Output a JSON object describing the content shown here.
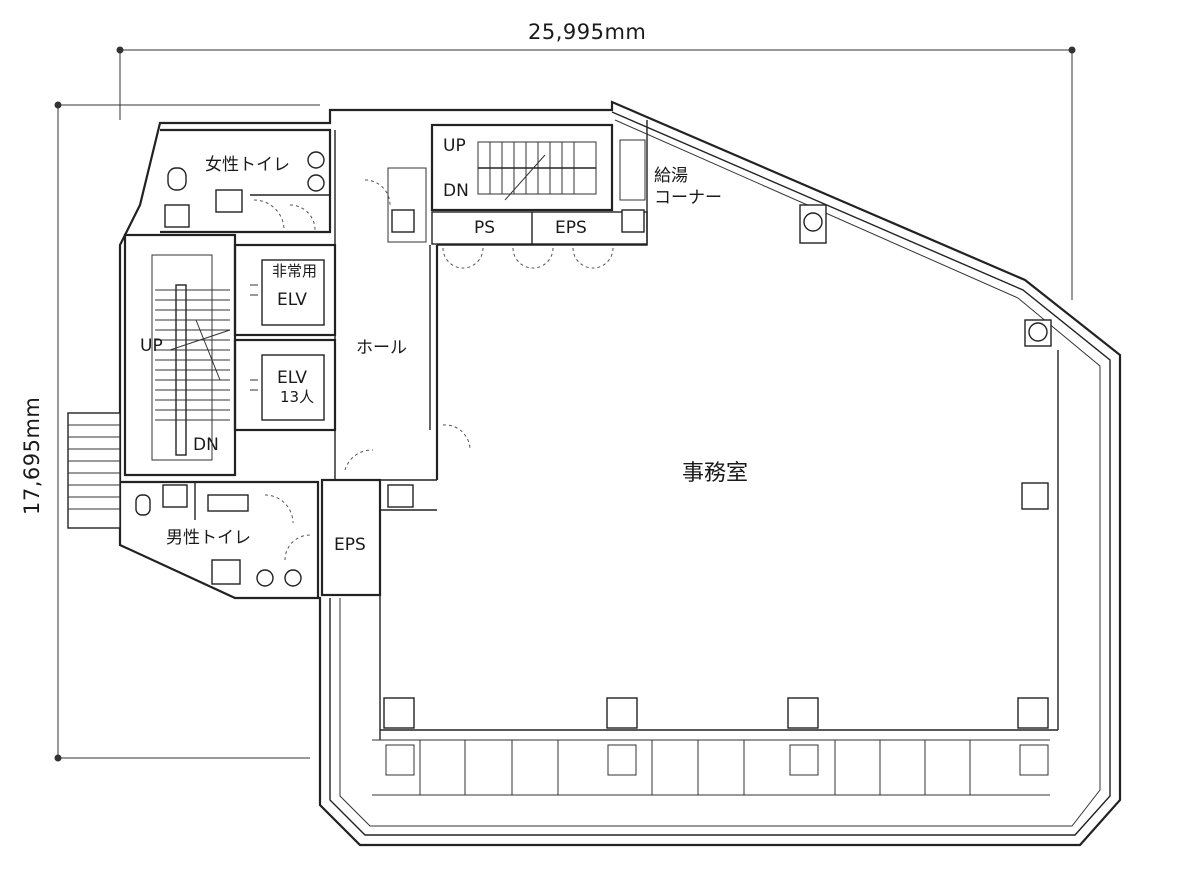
{
  "dimensions": {
    "width": "25,995mm",
    "depth": "17,695mm"
  },
  "rooms": {
    "womens_toilet": "女性トイレ",
    "mens_toilet": "男性トイレ",
    "emergency_elv_top": "非常用",
    "emergency_elv_bottom": "ELV",
    "elv": "ELV",
    "elv_capacity": "13人",
    "hall": "ホール",
    "office": "事務室",
    "kitchen_top": "給湯",
    "kitchen_bottom": "コーナー",
    "ps": "PS",
    "eps_top": "EPS",
    "eps_left": "EPS"
  },
  "stairs": {
    "right_up": "UP",
    "right_dn": "DN",
    "left_up": "UP",
    "left_dn": "DN"
  }
}
